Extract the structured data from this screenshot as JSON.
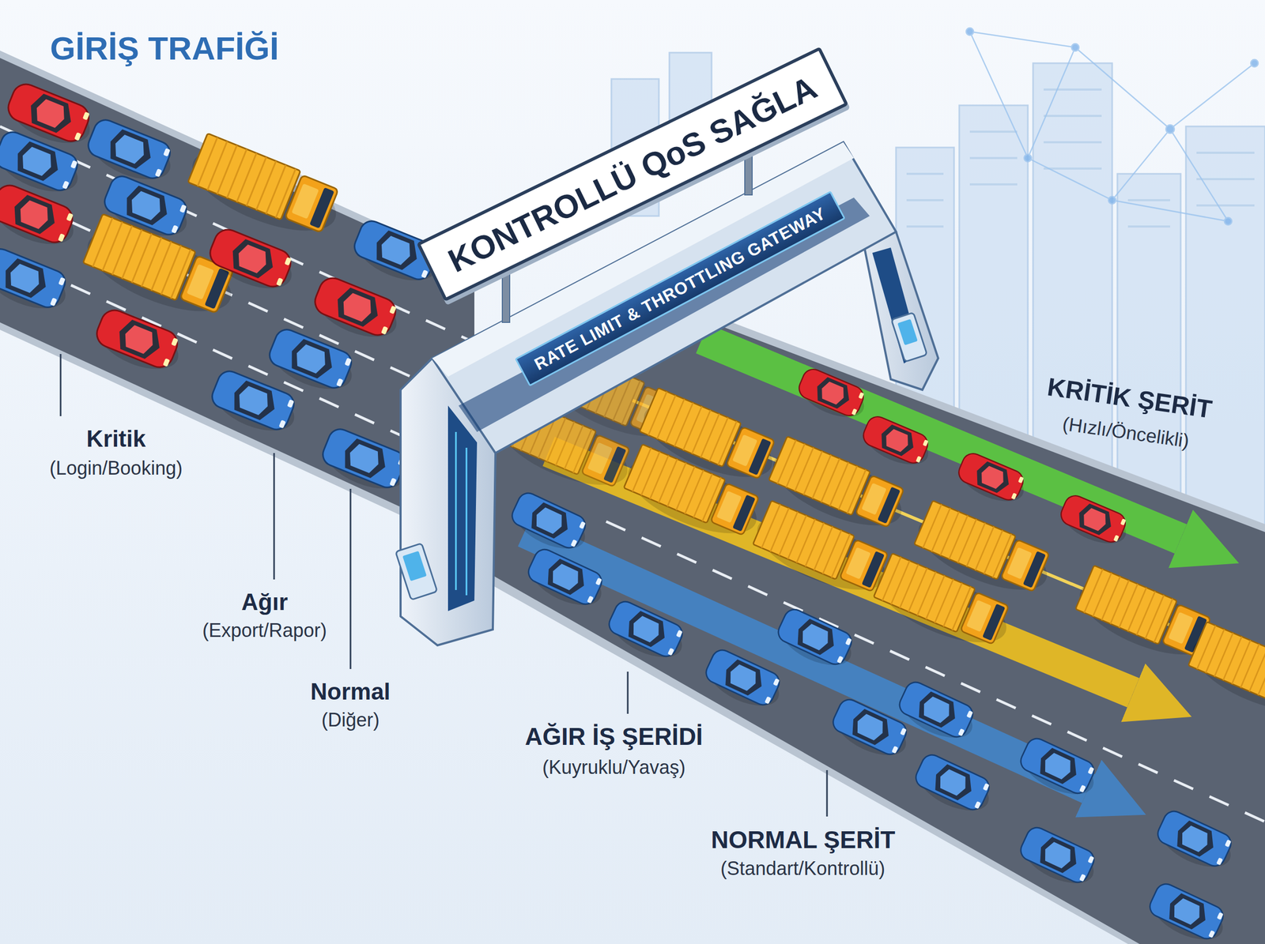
{
  "diagram": {
    "title": "GİRİŞ TRAFİĞİ",
    "nodes": [
      {
        "text": [
          "KONTROLLÜ QoS SAĞLA"
        ]
      },
      {
        "text": [
          "RATE LIMIT & THROTTLING GATEWAY"
        ]
      }
    ],
    "labels": [
      "Kritik",
      "(Login/Booking)",
      "Ağır",
      "(Export/Rapor)",
      "Normal",
      "(Diğer)",
      "KRİTİK ŞERİT",
      "(Hızlı/Öncelikli)",
      "AĞIR İŞ ŞERİDİ",
      "(Kuyruklu/Yavaş)",
      "NORMAL ŞERİT",
      "(Standart/Kontrollü)"
    ]
  }
}
